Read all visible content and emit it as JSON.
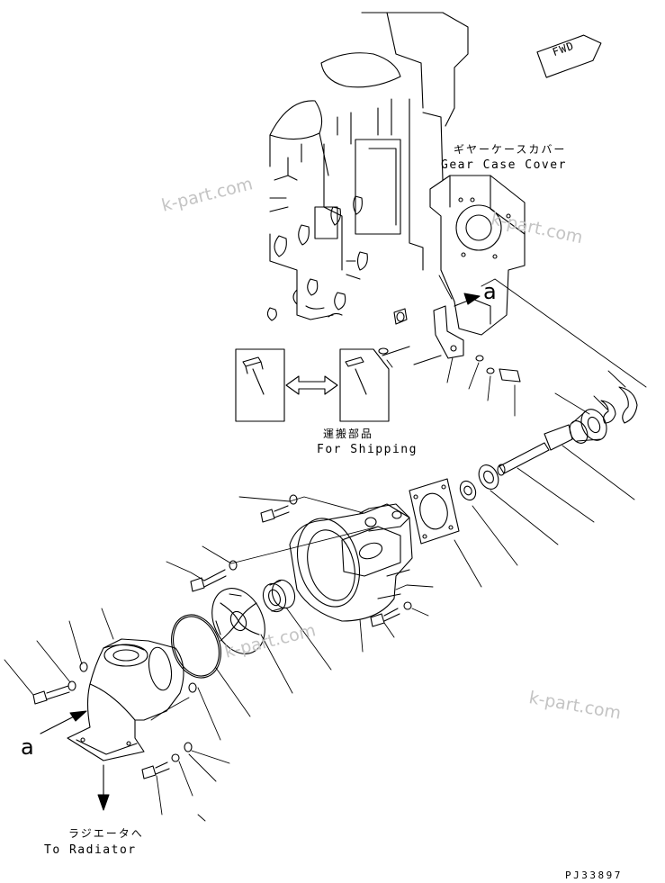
{
  "labels": {
    "gear_case_cover_jp": "ギヤーケースカバー",
    "gear_case_cover_en": "Gear Case Cover",
    "for_shipping_jp": "運搬部品",
    "for_shipping_en": "For Shipping",
    "to_radiator_jp": "ラジエータへ",
    "to_radiator_en": "To Radiator",
    "fwd": "FWD",
    "callout_a": "a",
    "drawing_code": "PJ33897"
  },
  "watermarks": [
    "k-part.com",
    "k-part.com",
    "k-part.com",
    "k-part.com"
  ]
}
